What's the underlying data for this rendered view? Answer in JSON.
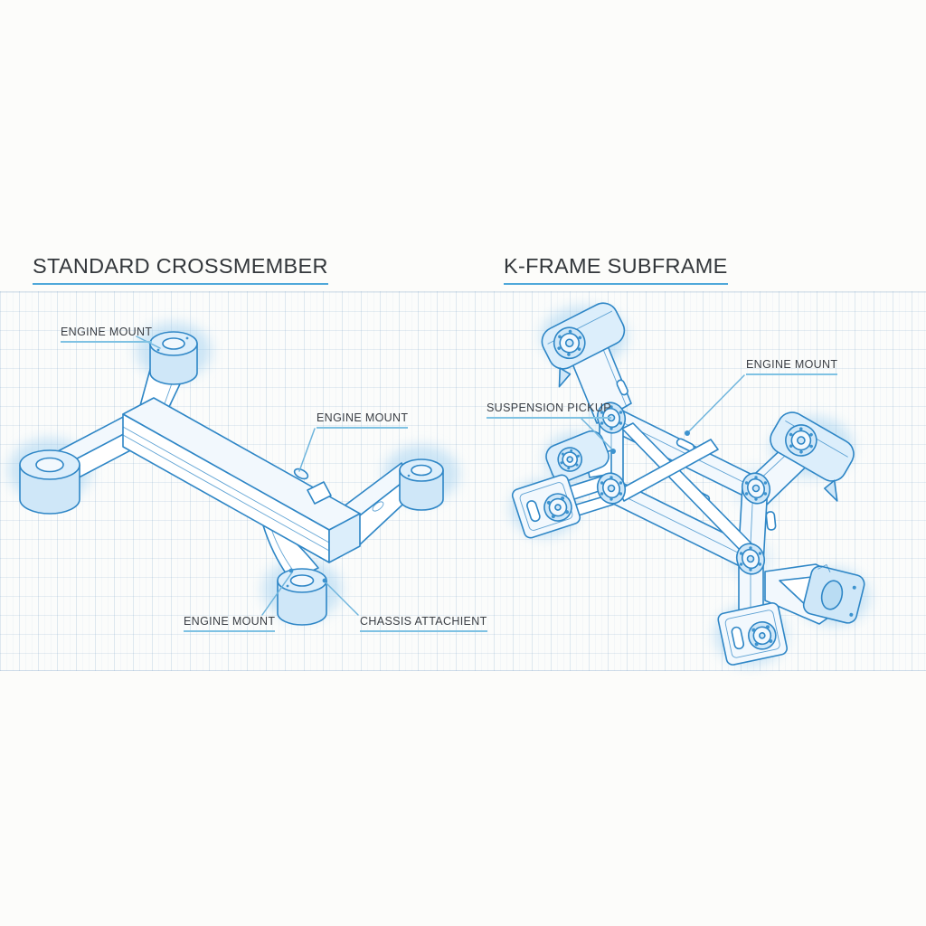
{
  "colors": {
    "blueprint_line": "#2e86c6",
    "fill_light": "#dceefb",
    "glow": "#9ecff0",
    "underline_title": "#4fa8da",
    "underline_label": "#7fc2e3",
    "title_text": "#33373b",
    "label_text": "#3a3e44",
    "page_bg": "#fcfcfa"
  },
  "panels": [
    {
      "id": "standard-crossmember",
      "title": "STANDARD CROSSMEMBER",
      "callouts": [
        {
          "text": "ENGINE MOUNT"
        },
        {
          "text": "ENGINE MOUNT"
        },
        {
          "text": "ENGINE MOUNT"
        },
        {
          "text": "CHASSIS ATTACHIENT"
        }
      ]
    },
    {
      "id": "k-frame-subframe",
      "title": "K-FRAME SUBFRAME",
      "callouts": [
        {
          "text": "SUSPENSION PICKUP"
        },
        {
          "text": "ENGINE MOUNT"
        }
      ]
    }
  ]
}
